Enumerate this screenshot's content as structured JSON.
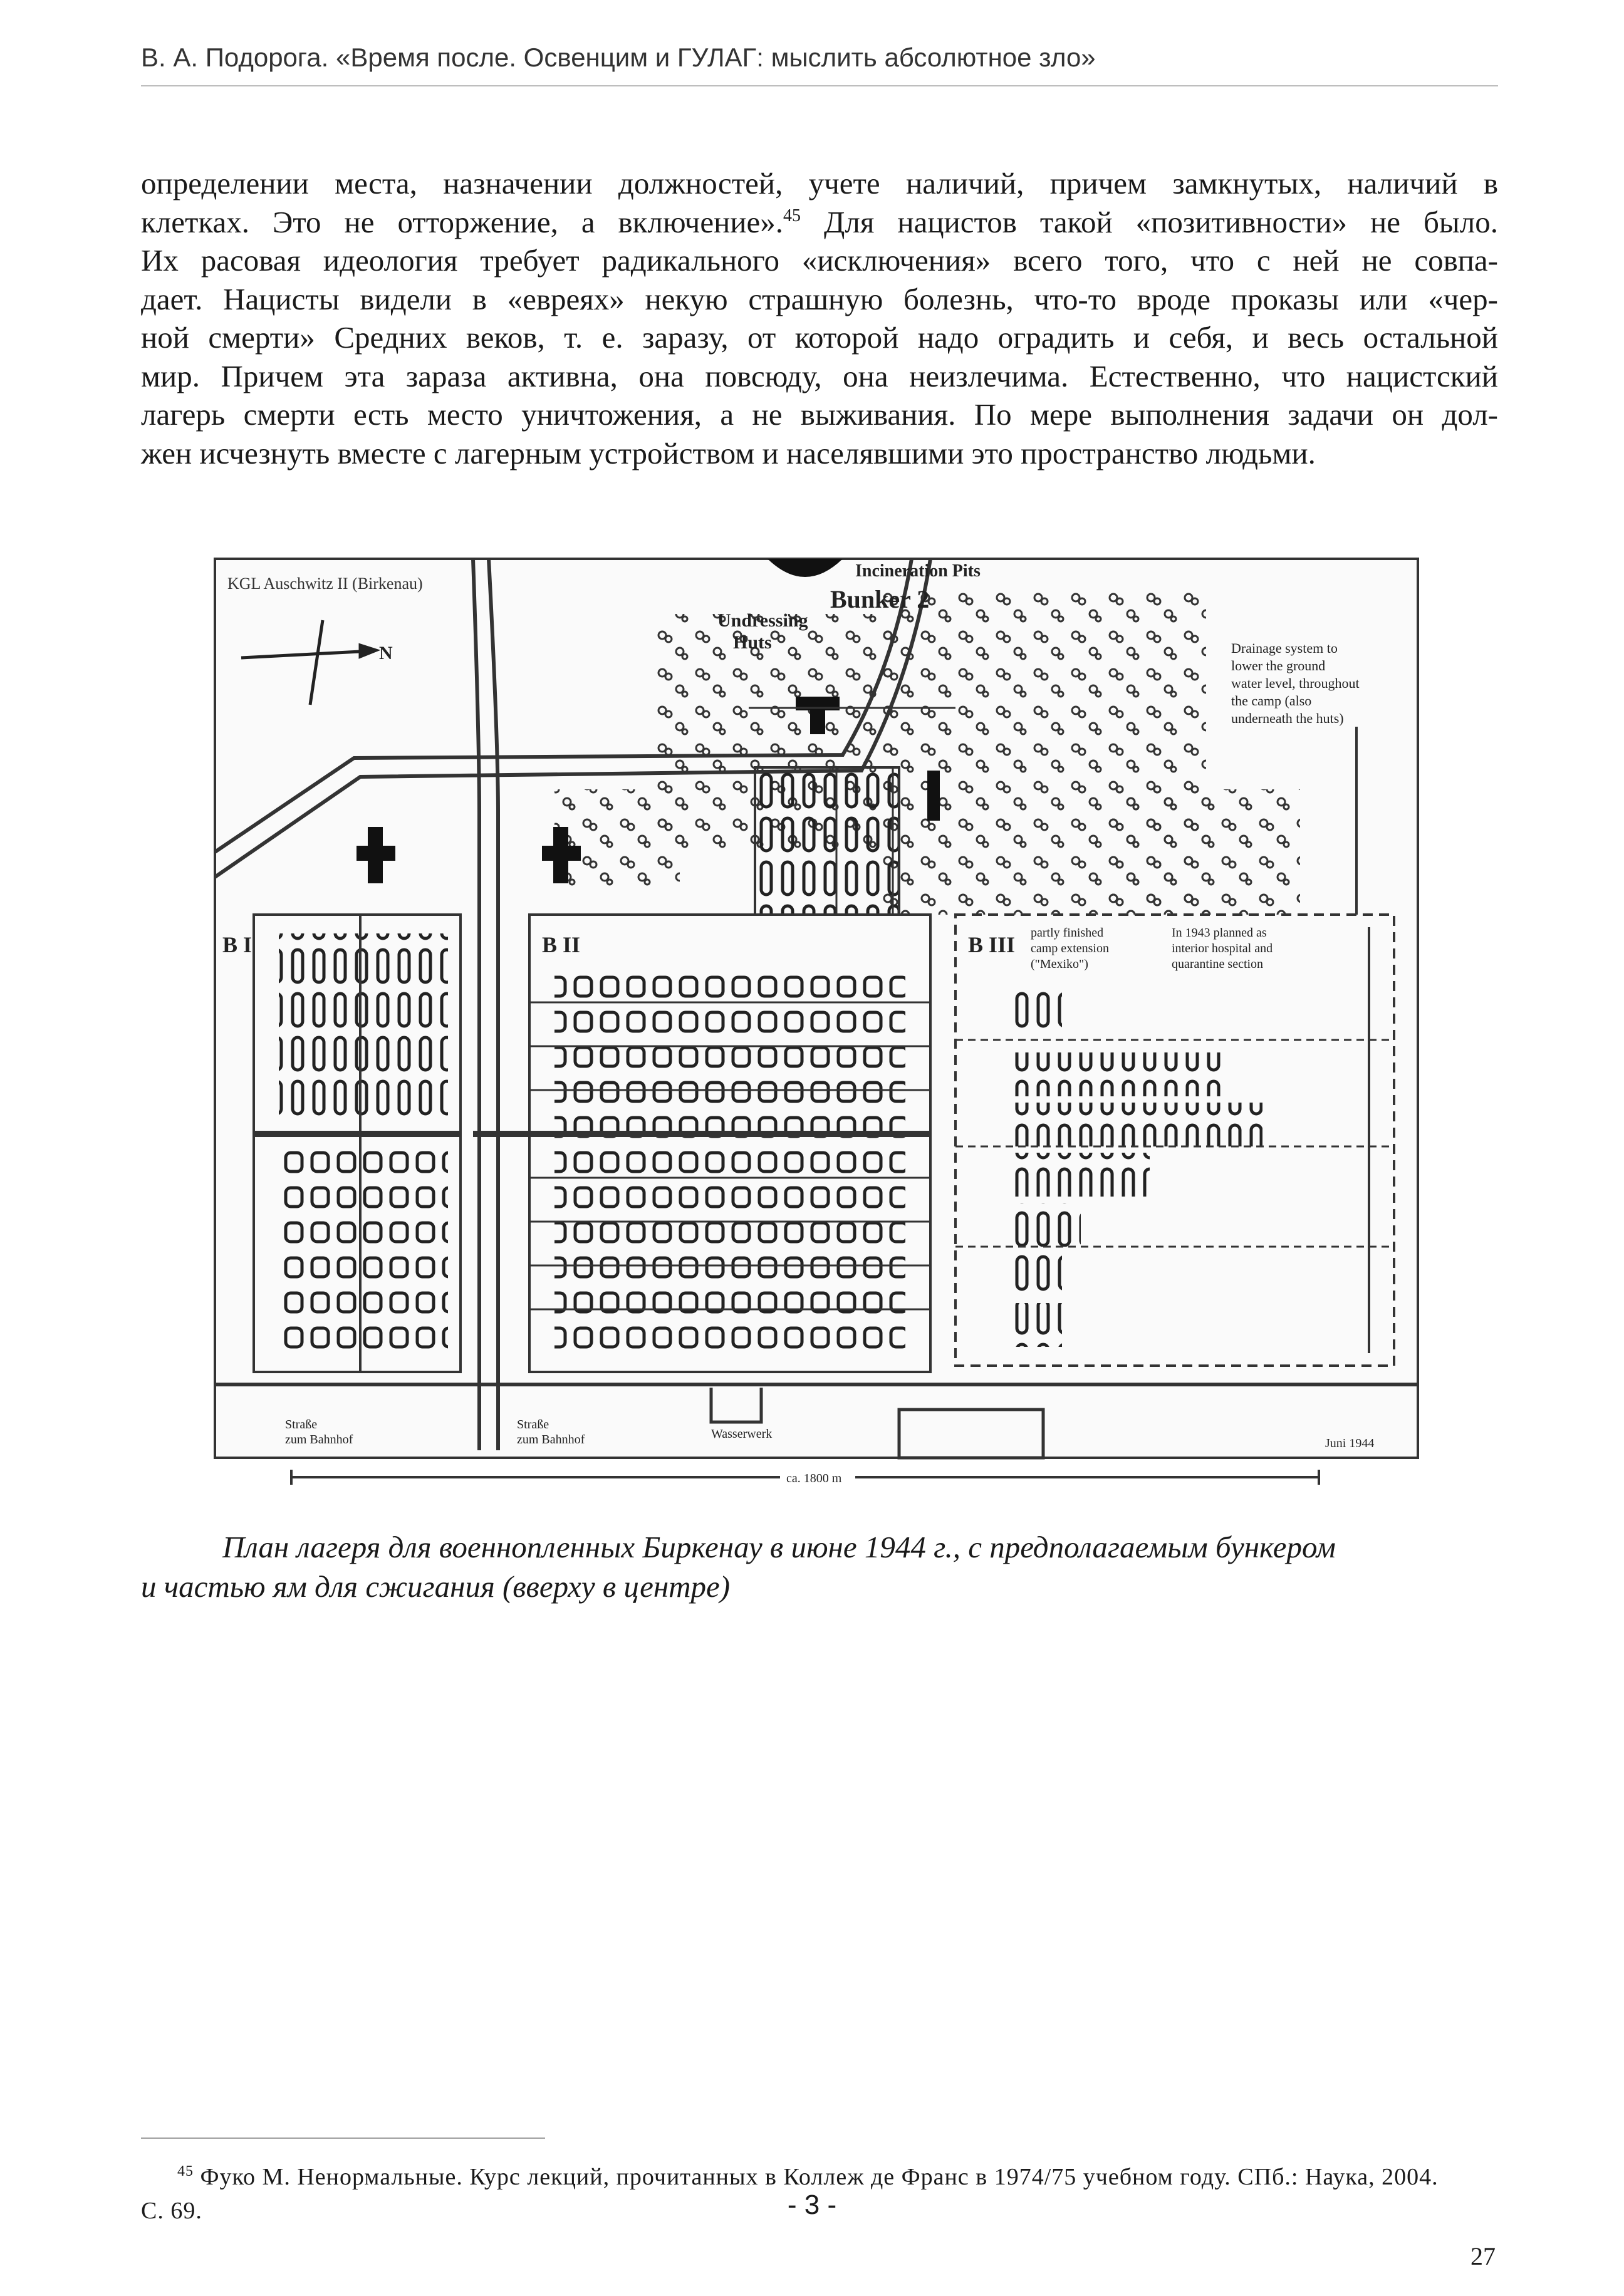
{
  "header": {
    "running_title": "В. А. Подорога. «Время после. Освенцим и ГУЛАГ: мыслить абсолютное зло»"
  },
  "body": {
    "lines": [
      "определении места, назначении должностей, учете наличий, причем замкнутых, наличий в",
      "клетках. Это не отторжение, а включение».",
      " Для нацистов такой «позитивности» не было.",
      "Их расовая идеология требует радикального «исключения» всего того, что с ней не совпа-",
      "дает. Нацисты видели в «евреях» некую страшную болезнь, что-то вроде проказы или «чер-",
      "ной смерти» Средних веков, т. е. заразу, от которой надо оградить и себя, и весь остальной",
      "мир. Причем эта зараза активна, она повсюду, она неизлечима. Естественно, что нацистский",
      "лагерь смерти есть место уничтожения, а не выживания. По мере выполнения задачи он дол-",
      "жен исчезнуть вместе с лагерным устройством и населявшими это пространство людьми."
    ],
    "footnote_ref": "45"
  },
  "figure": {
    "map_title": "KGL Auschwitz II (Birkenau)",
    "north_label": "N",
    "incineration_pits": "Incineration Pits",
    "bunker": "Bunker 2",
    "undressing_1": "Undressing",
    "undressing_2": "Huts",
    "drainage_1": "Drainage system to",
    "drainage_2": "lower the ground",
    "drainage_3": "water level, throughout",
    "drainage_4": "the camp (also",
    "drainage_5": "underneath the huts)",
    "section_b1": "B I",
    "section_b2": "B II",
    "section_b3": "B III",
    "b3_note_1": "partly finished",
    "b3_note_2": "camp extension",
    "b3_note_3": "(\"Mexiko\")",
    "plan_note_1": "In 1943 planned as",
    "plan_note_2": "interior hospital and",
    "plan_note_3": "quarantine section",
    "waterworks": "Wasserwerk",
    "road_1a": "Straße",
    "road_1b": "zum Bahnhof",
    "road_2a": "Straße",
    "road_2b": "zum Bahnhof",
    "date_label": "Juni 1944",
    "scale_label": "ca. 1800 m"
  },
  "caption": {
    "line1": "План лагеря для военнопленных Биркенау в июне 1944 г., с предполагаемым бункером",
    "line2": "и частью ям для сжигания (вверху в центре)"
  },
  "footnote": {
    "number": "45",
    "line1": " Фуко М. Ненормальные. Курс лекций, прочитанных в Коллеж де Франс в 1974/75 учебном году. СПб.: Наука, 2004.",
    "line2": "С. 69."
  },
  "page": {
    "center_number": "- 3 -",
    "page_number": "27"
  }
}
